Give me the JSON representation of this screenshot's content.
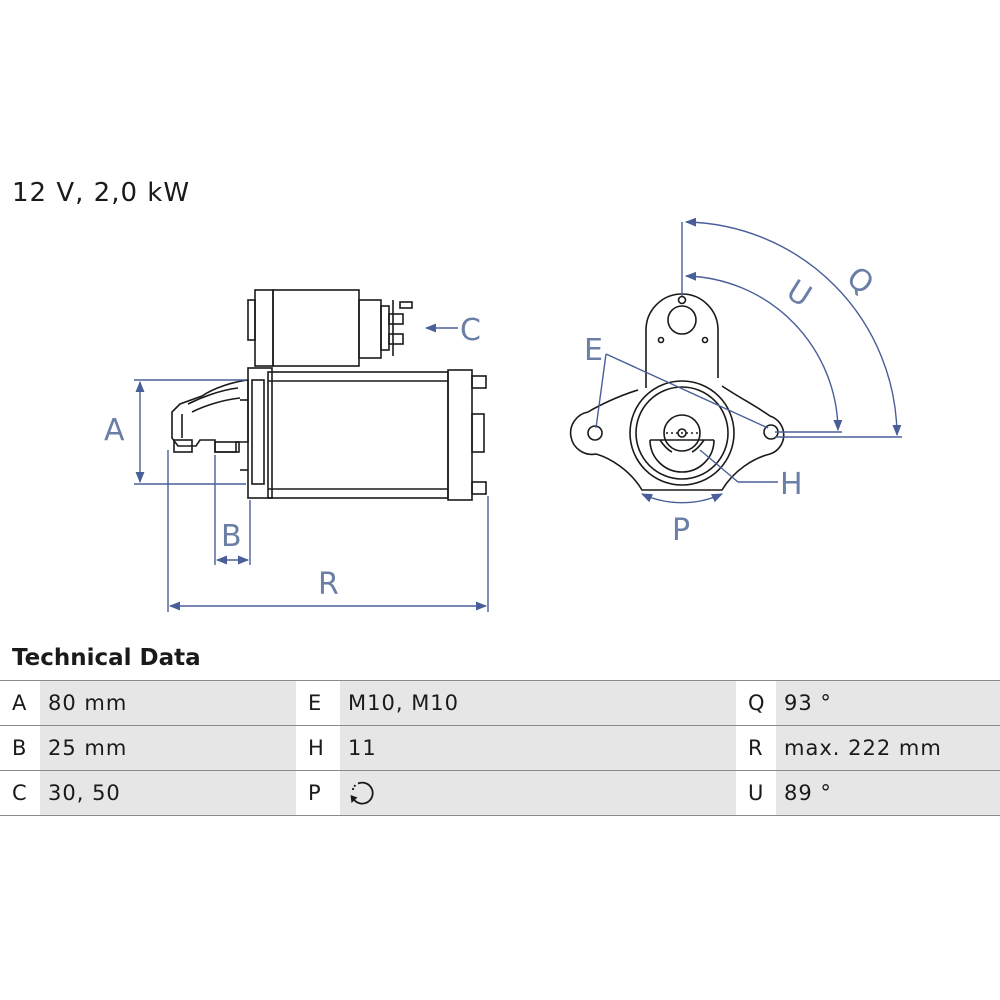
{
  "spec": {
    "title": "12 V, 2,0 kW"
  },
  "diagram": {
    "labels": {
      "A": "A",
      "B": "B",
      "C": "C",
      "R": "R",
      "E": "E",
      "H": "H",
      "P": "P",
      "Q": "Q",
      "U": "U"
    },
    "colors": {
      "dimension": "#4a5f99",
      "outline": "#1a1a1a",
      "label": "#6b7fa6"
    }
  },
  "technical_data": {
    "heading": "Technical Data",
    "rows": [
      [
        {
          "key": "A",
          "value": "80 mm"
        },
        {
          "key": "E",
          "value": "M10, M10"
        },
        {
          "key": "Q",
          "value": "93 °"
        }
      ],
      [
        {
          "key": "B",
          "value": "25 mm"
        },
        {
          "key": "H",
          "value": "11"
        },
        {
          "key": "R",
          "value": "max. 222 mm"
        }
      ],
      [
        {
          "key": "C",
          "value": "30, 50"
        },
        {
          "key": "P",
          "value": "",
          "icon": "rotation-counterclockwise-icon"
        },
        {
          "key": "U",
          "value": "89 °"
        }
      ]
    ]
  }
}
